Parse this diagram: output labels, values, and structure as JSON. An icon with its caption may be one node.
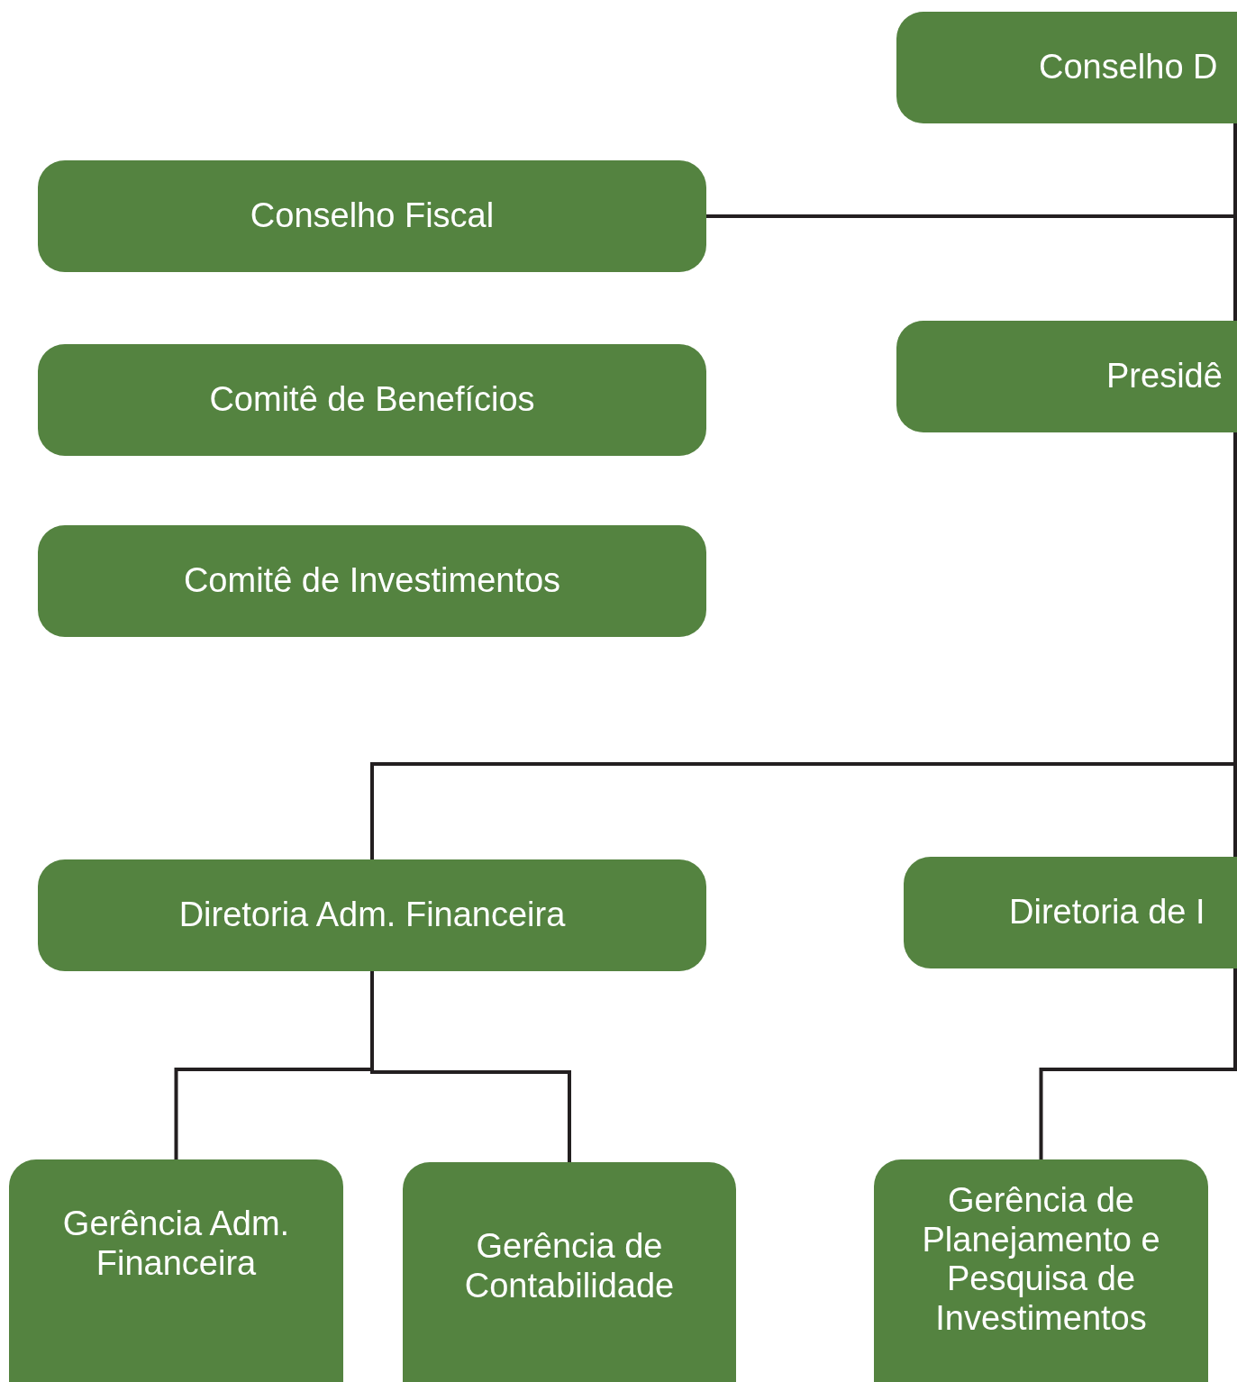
{
  "diagram": {
    "nodes": [
      {
        "text": [
          "Conselho D"
        ]
      },
      {
        "text": [
          "Conselho Fiscal"
        ]
      },
      {
        "text": [
          "Presidê"
        ]
      },
      {
        "text": [
          "Comitê de Benefícios"
        ]
      },
      {
        "text": [
          "Comitê de Investimentos"
        ]
      },
      {
        "text": [
          "Diretoria Adm. Financeira"
        ]
      },
      {
        "text": [
          "Diretoria de I"
        ]
      },
      {
        "text": [
          "Gerência Adm. Financeira"
        ]
      },
      {
        "text": [
          "Gerência de Contabilidade"
        ]
      },
      {
        "text": [
          "Gerência de Planejamento e Pesquisa de Investimentos"
        ]
      }
    ],
    "edges": [
      {
        "from": 0,
        "to": 2,
        "arrow": "none"
      },
      {
        "from": 1,
        "to": 0,
        "arrow": "none"
      },
      {
        "from": 2,
        "to": 5,
        "arrow": "none"
      },
      {
        "from": 2,
        "to": 6,
        "arrow": "none"
      },
      {
        "from": 5,
        "to": 7,
        "arrow": "none"
      },
      {
        "from": 5,
        "to": 8,
        "arrow": "none"
      },
      {
        "from": 6,
        "to": 9,
        "arrow": "none"
      }
    ]
  }
}
